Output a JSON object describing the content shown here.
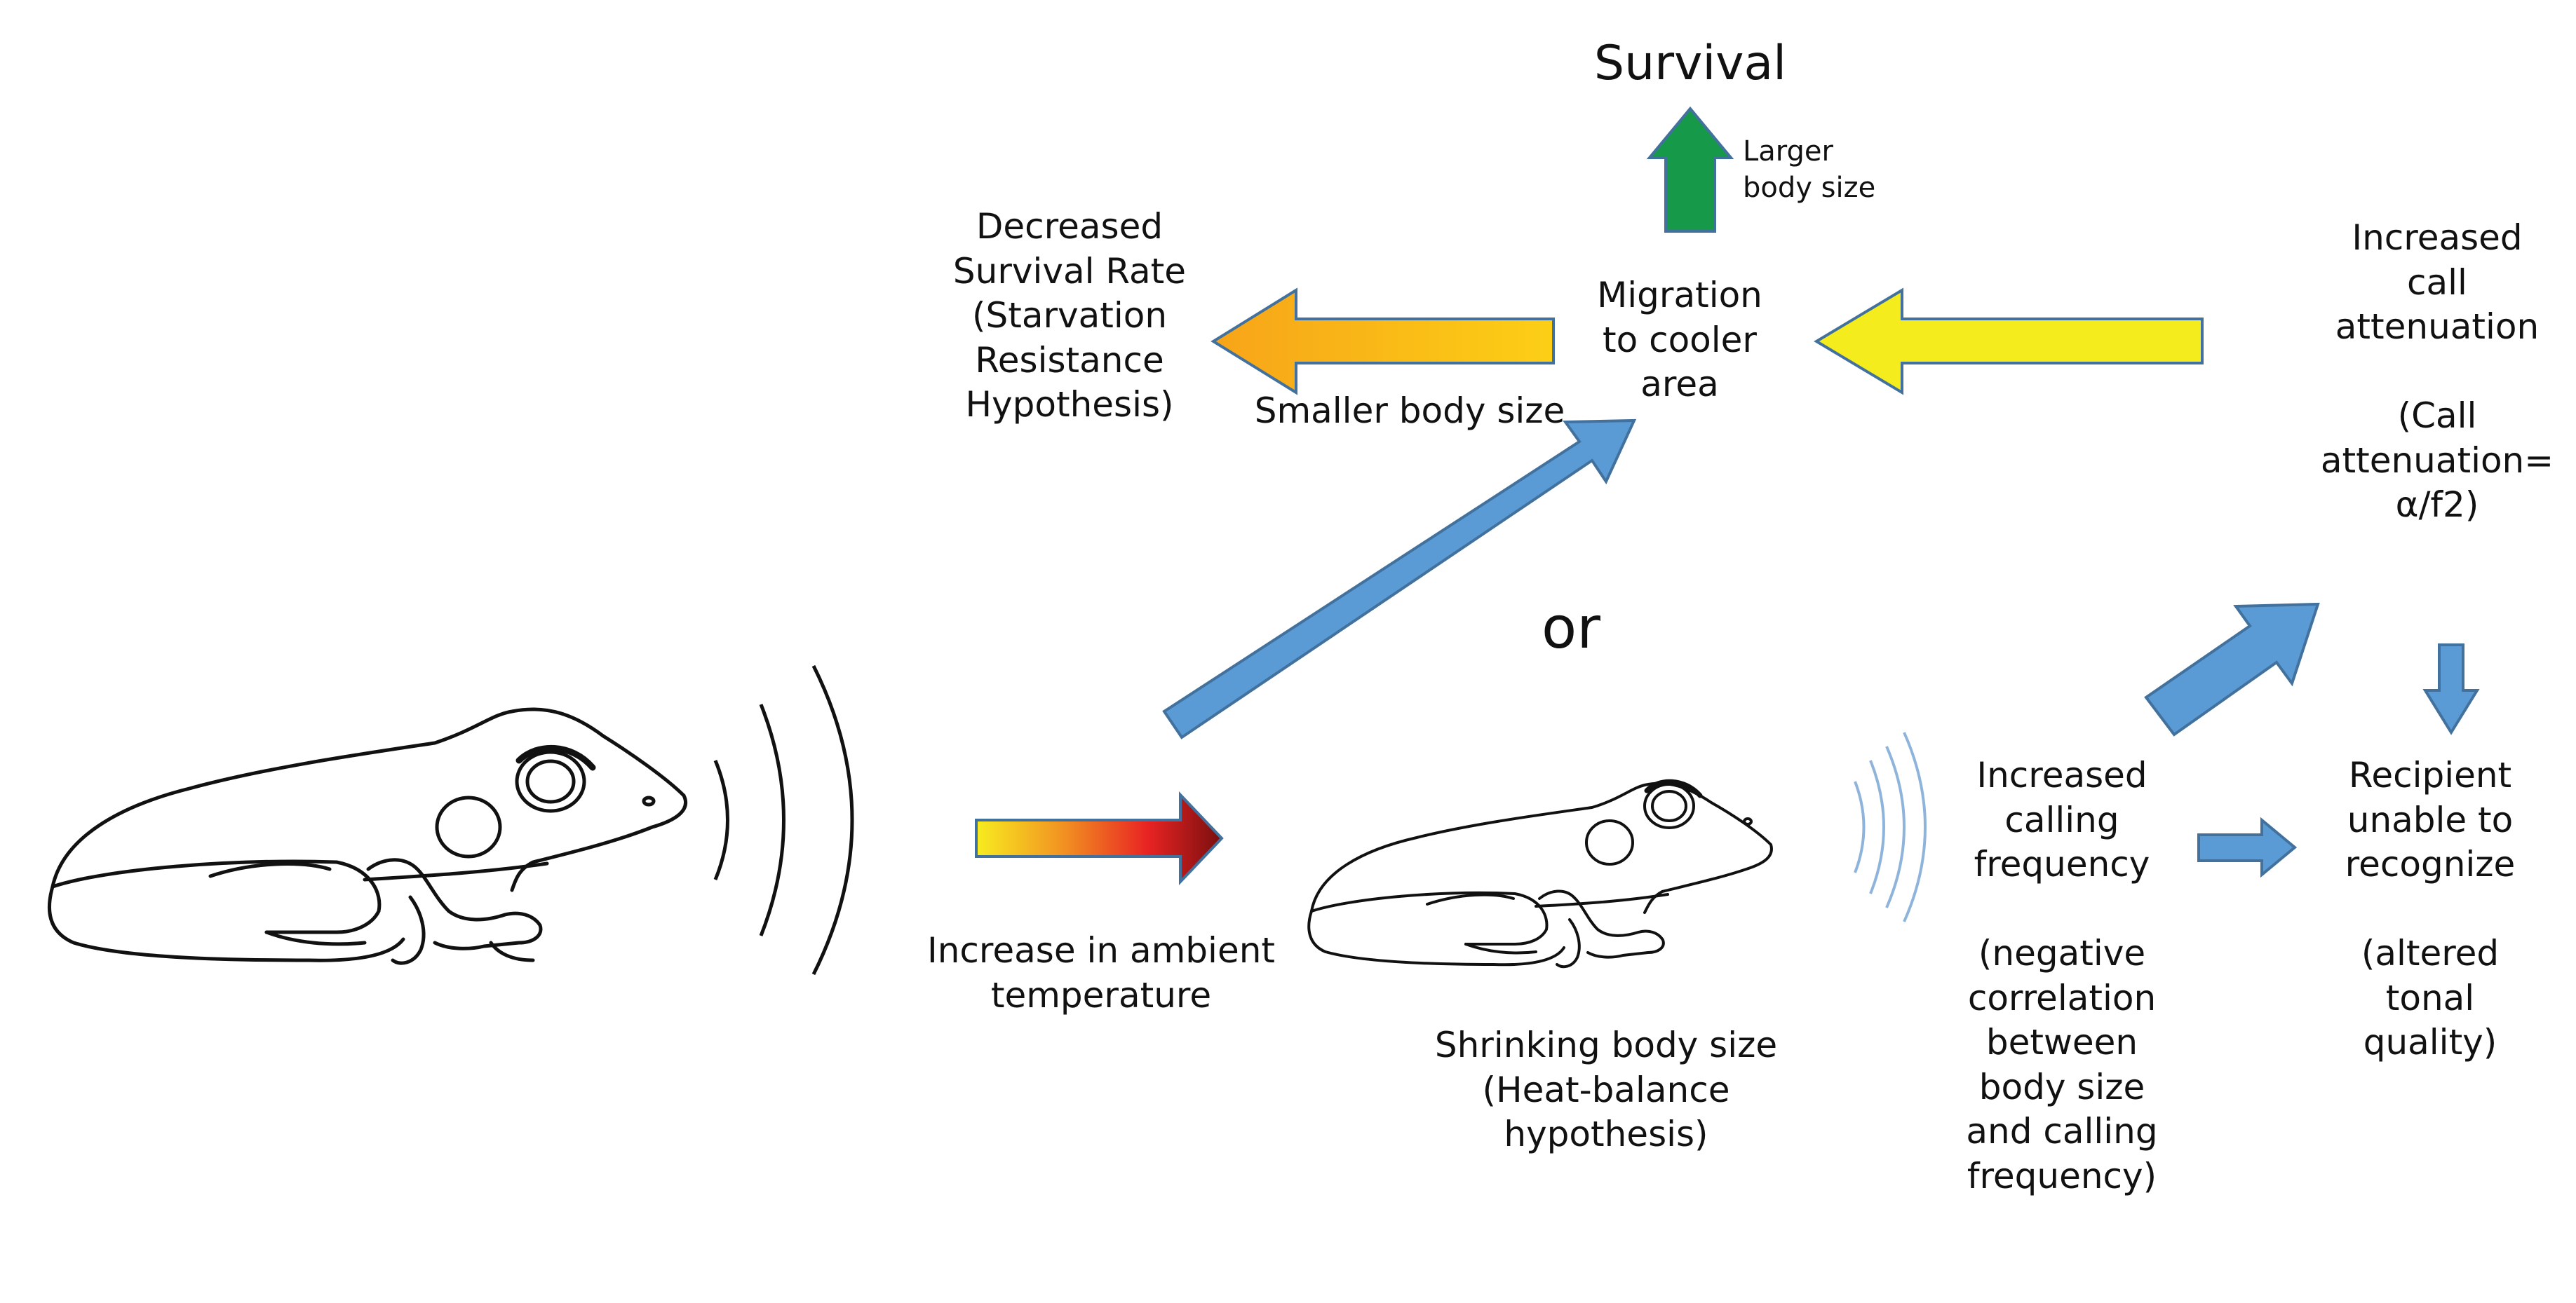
{
  "labels": {
    "survival": "Survival",
    "larger_body_size": "Larger\nbody size",
    "decreased_survival": "Decreased\nSurvival Rate\n(Starvation\nResistance\nHypothesis)",
    "smaller_body_size": "Smaller body size",
    "migration": "Migration\nto cooler\narea",
    "increased_attenuation": "Increased\ncall\nattenuation\n\n(Call\nattenuation=\nα/f2)",
    "or": "or",
    "increase_temperature": "Increase in ambient\ntemperature",
    "shrinking_body": "Shrinking body size\n(Heat-balance\nhypothesis)",
    "increased_frequency": "Increased\ncalling\nfrequency\n\n(negative\ncorrelation\nbetween\nbody size\nand calling\nfrequency)",
    "recipient_unable": "Recipient\nunable to\nrecognize\n\n(altered\ntonal\nquality)"
  },
  "colors": {
    "blue_arrow": "#5b9bd5",
    "blue_arrow_stroke": "#41719c",
    "green_arrow": "#169a4a",
    "yellow_arrow": "#f4ec1c",
    "orange_arrow_start": "#f7a418",
    "orange_arrow_end": "#fccf16",
    "temperature_gradient": [
      "#f7ec1f",
      "#f29322",
      "#e82323",
      "#7a0f0f"
    ],
    "frog_outline": "#111111",
    "sound_waves_large": "#111111",
    "sound_waves_small": "#8fb4dc"
  },
  "icons": [
    "frog-large-icon",
    "frog-small-icon",
    "sound-waves-large-icon",
    "sound-waves-small-icon"
  ]
}
